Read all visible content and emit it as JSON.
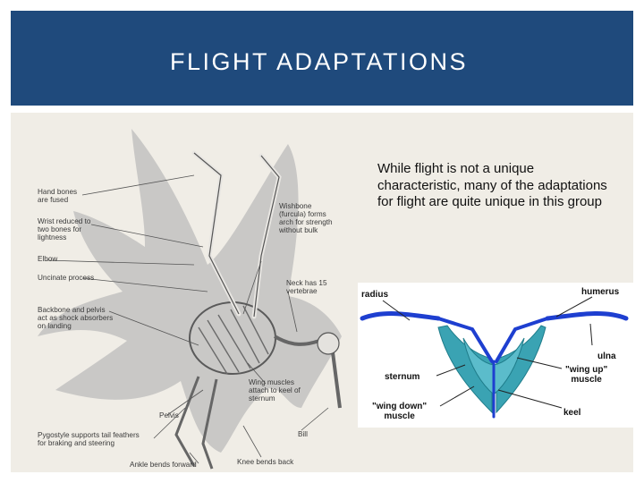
{
  "slide": {
    "title": "FLIGHT ADAPTATIONS",
    "body_text": "While flight is not a unique characteristic, many of the adaptations for flight are quite unique in this group"
  },
  "skeleton_figure": {
    "labels": {
      "hand_bones": "Hand bones\nare fused",
      "wrist": "Wrist reduced to\ntwo bones for\nlightness",
      "elbow": "Elbow",
      "uncinate": "Uncinate process",
      "backbone": "Backbone and pelvis\nact as shock absorbers\non landing",
      "wishbone": "Wishbone\n(furcula) forms\narch for strength\nwithout bulk",
      "neck": "Neck has 15\nvertebrae",
      "wing_muscles": "Wing muscles\nattach to keel of\nsternum",
      "pelvis": "Pelvis",
      "pygostyle": "Pygostyle supports tail feathers\nfor braking and steering",
      "bill": "Bill",
      "ankle": "Ankle bends forward",
      "knee": "Knee bends back"
    }
  },
  "wing_diagram": {
    "labels": {
      "radius": "radius",
      "humerus": "humerus",
      "ulna": "ulna",
      "sternum": "sternum",
      "wing_up": "\"wing up\"\nmuscle",
      "wing_down": "\"wing down\"\nmuscle",
      "keel": "keel"
    },
    "colors": {
      "bone": "#1e3fd0",
      "muscle": "#3aa3b3",
      "band": "#1f4a7c",
      "panel": "#f0ede6"
    }
  }
}
